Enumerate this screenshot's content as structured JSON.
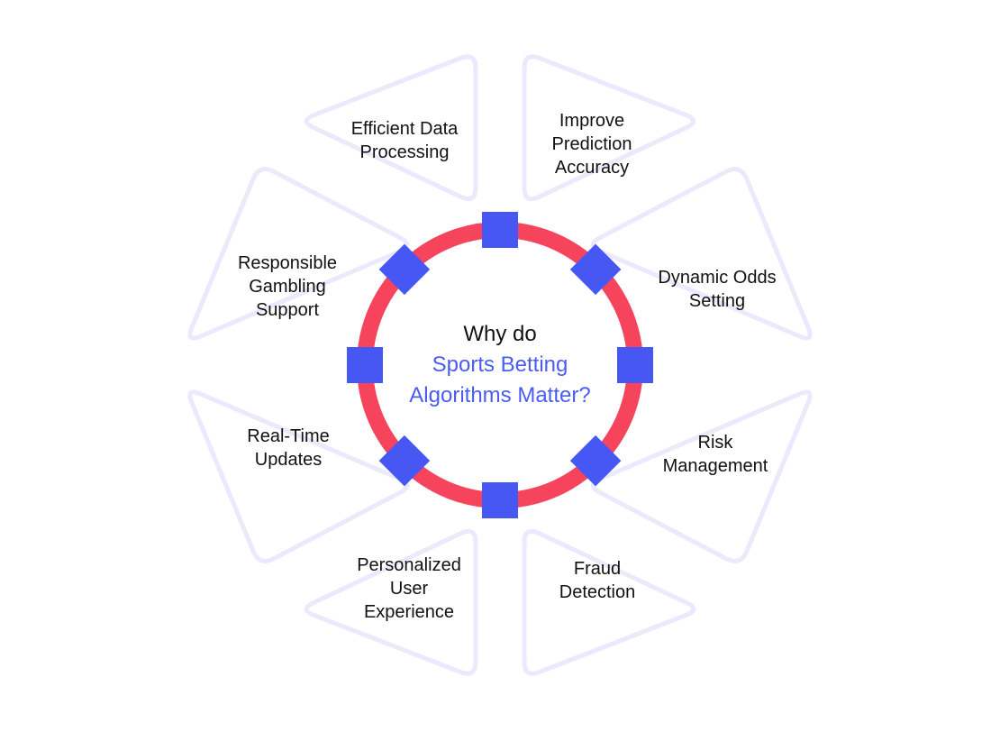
{
  "colors": {
    "petal_stroke": "#ebe9fb",
    "ring": "#f5445c",
    "tabs": "#4757f4",
    "center_fill": "#ffffff",
    "title_dark": "#111111",
    "title_accent": "#4b5cf0"
  },
  "center": {
    "line1": "Why do",
    "line2": "Sports Betting",
    "line3": "Algorithms Matter?"
  },
  "items": [
    {
      "lines": [
        "Efficient Data",
        "Processing"
      ]
    },
    {
      "lines": [
        "Improve",
        "Prediction",
        "Accuracy"
      ]
    },
    {
      "lines": [
        "Dynamic Odds",
        "Setting"
      ]
    },
    {
      "lines": [
        "Risk",
        "Management"
      ]
    },
    {
      "lines": [
        "Fraud",
        "Detection"
      ]
    },
    {
      "lines": [
        "Personalized",
        "User",
        "Experience"
      ]
    },
    {
      "lines": [
        "Real-Time",
        "Updates"
      ]
    },
    {
      "lines": [
        "Responsible",
        "Gambling",
        "Support"
      ]
    }
  ]
}
